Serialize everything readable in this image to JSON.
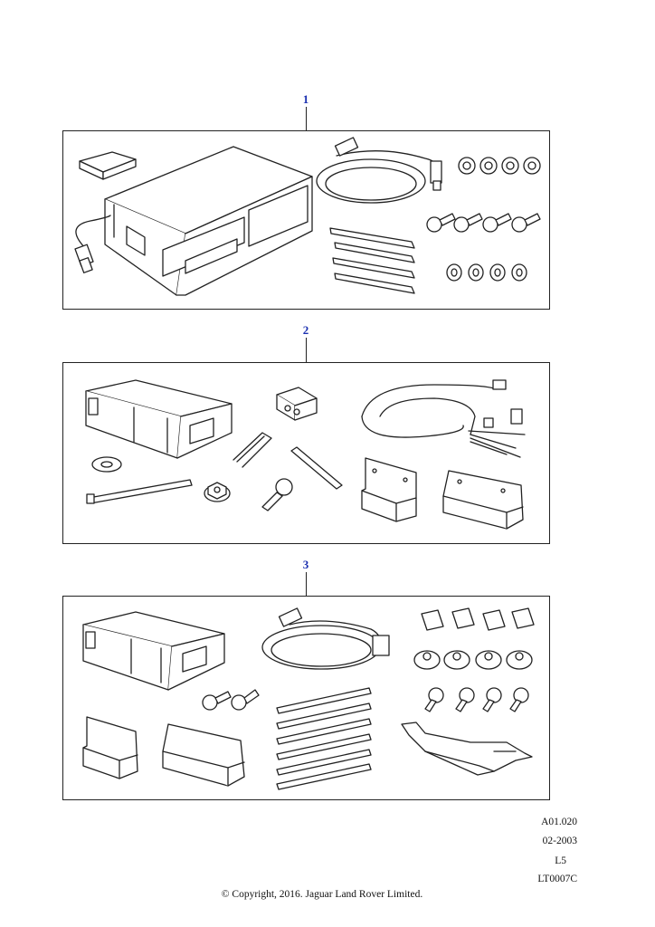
{
  "colors": {
    "callout": "#1a2fb0",
    "line": "#222222",
    "fill": "#ffffff",
    "shade": "#555555"
  },
  "callouts": [
    "1",
    "2",
    "3"
  ],
  "panels": [
    {
      "id": "1",
      "parts": [
        "cd-changer-unit",
        "magazine-cartridge",
        "harness-with-connectors",
        "cable-ties",
        "push-nuts",
        "bolts",
        "washers"
      ]
    },
    {
      "id": "2",
      "parts": [
        "cd-changer-unit",
        "connector-block",
        "wiring-harness",
        "retaining-clip",
        "pin",
        "washer",
        "cable-tie",
        "flange-nut",
        "screw",
        "bracket-left",
        "bracket-right"
      ]
    },
    {
      "id": "3",
      "parts": [
        "cd-changer-unit",
        "wiring-harness",
        "clip-nuts",
        "flange-nuts",
        "screws",
        "bolts",
        "cable-ties",
        "bracket-left",
        "bracket-right",
        "mounting-plate"
      ]
    }
  ],
  "meta": {
    "ref": "A01.020",
    "date": "02-2003",
    "level": "L5",
    "code": "LT0007C"
  },
  "footer": "© Copyright, 2016. Jaguar Land Rover Limited."
}
